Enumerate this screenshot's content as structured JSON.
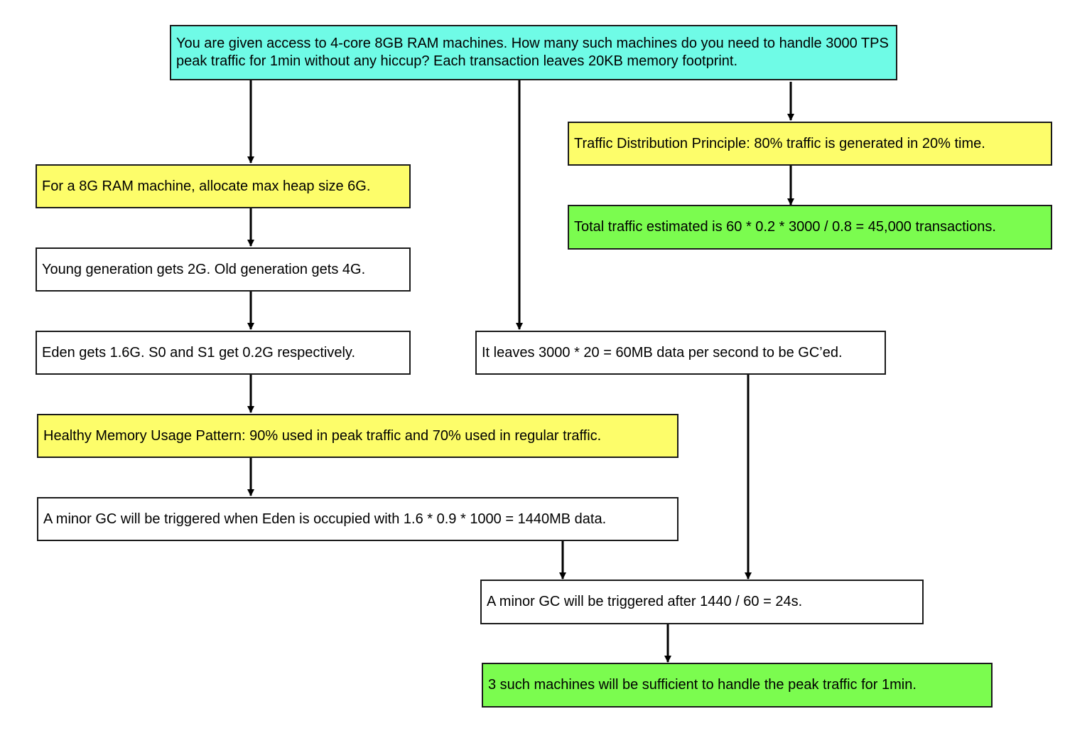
{
  "colors": {
    "question": "#6ffbe6",
    "principle": "#fdfd6a",
    "result": "#7bfc4f",
    "step": "#ffffff",
    "stroke": "#1a1a1a"
  },
  "boxes": {
    "question": "You are given access to 4-core 8GB RAM machines. How many such machines do you need to handle 3000 TPS peak traffic for 1min without any hiccup? Each transaction leaves 20KB memory footprint.",
    "heap": "For a 8G RAM machine, allocate max heap size 6G.",
    "generations": "Young generation gets 2G. Old generation gets 4G.",
    "eden": "Eden gets 1.6G. S0 and S1 get 0.2G respectively.",
    "memory_pattern": "Healthy Memory Usage Pattern: 90% used in peak traffic and 70% used in regular traffic.",
    "minor_gc_threshold": "A minor GC will be triggered when Eden is occupied with 1.6 * 0.9 * 1000 = 1440MB data.",
    "traffic_principle": "Traffic Distribution Principle: 80% traffic is generated in 20% time.",
    "total_traffic": "Total traffic estimated is 60 * 0.2 * 3000 / 0.8 = 45,000 transactions.",
    "gc_data": "It leaves 3000 * 20 = 60MB data per second to be GC’ed.",
    "minor_gc_interval": "A minor GC will be triggered after 1440 / 60 = 24s.",
    "conclusion": "3 such machines will be sufficient to handle the peak traffic for 1min."
  }
}
